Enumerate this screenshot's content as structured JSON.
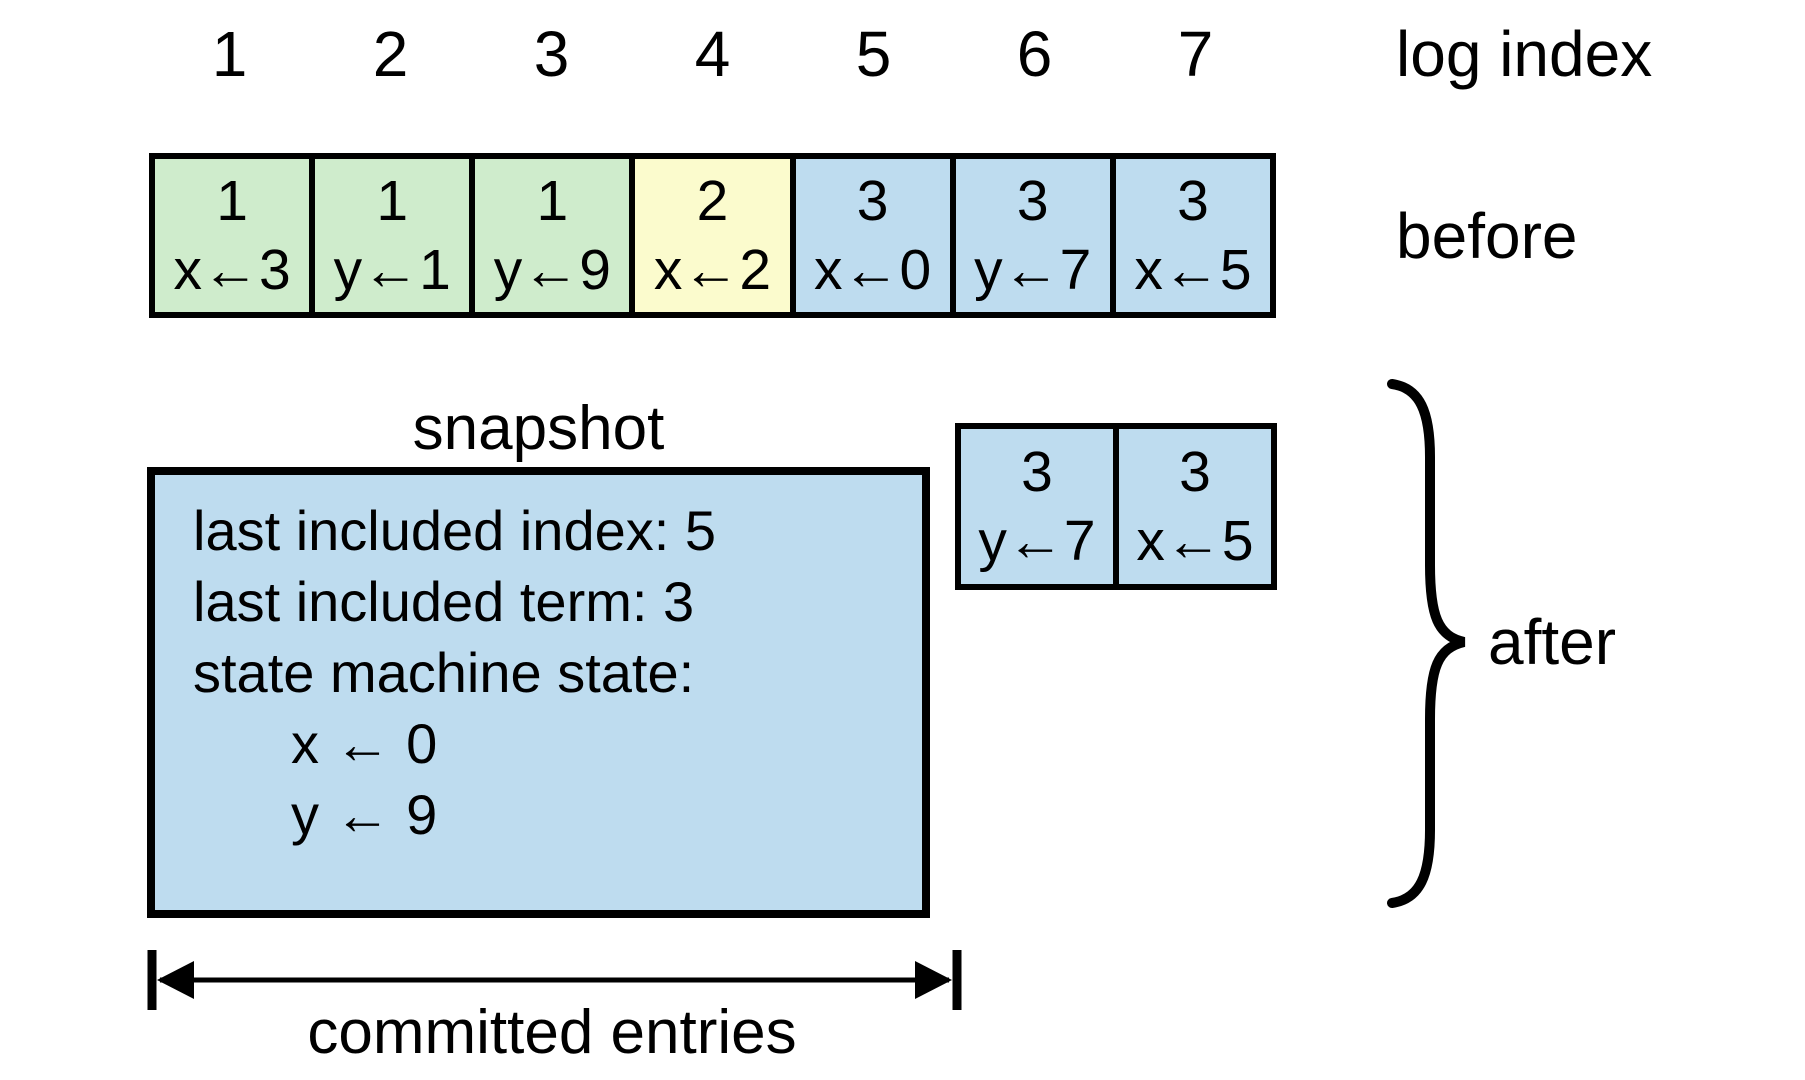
{
  "labels": {
    "log_index": "log index",
    "before": "before",
    "snapshot": "snapshot",
    "after": "after",
    "committed": "committed entries"
  },
  "log_indices": [
    "1",
    "2",
    "3",
    "4",
    "5",
    "6",
    "7"
  ],
  "before_entries": [
    {
      "index": "1",
      "term": "1",
      "cmd": "x←3",
      "color": "green"
    },
    {
      "index": "2",
      "term": "1",
      "cmd": "y←1",
      "color": "green"
    },
    {
      "index": "3",
      "term": "1",
      "cmd": "y←9",
      "color": "green"
    },
    {
      "index": "4",
      "term": "2",
      "cmd": "x←2",
      "color": "yellow"
    },
    {
      "index": "5",
      "term": "3",
      "cmd": "x←0",
      "color": "blue"
    },
    {
      "index": "6",
      "term": "3",
      "cmd": "y←7",
      "color": "blue"
    },
    {
      "index": "7",
      "term": "3",
      "cmd": "x←5",
      "color": "blue"
    }
  ],
  "snapshot": {
    "line1": "last included index: 5",
    "line2": "last included term: 3",
    "line3": "state machine state:",
    "state1": "x ← 0",
    "state2": "y ← 9"
  },
  "after_entries": [
    {
      "index": "6",
      "term": "3",
      "cmd": "y←7",
      "color": "blue"
    },
    {
      "index": "7",
      "term": "3",
      "cmd": "x←5",
      "color": "blue"
    }
  ],
  "colors": {
    "green": "#cfeccc",
    "yellow": "#fbfbcd",
    "blue": "#bedcef",
    "ink": "#000000"
  }
}
